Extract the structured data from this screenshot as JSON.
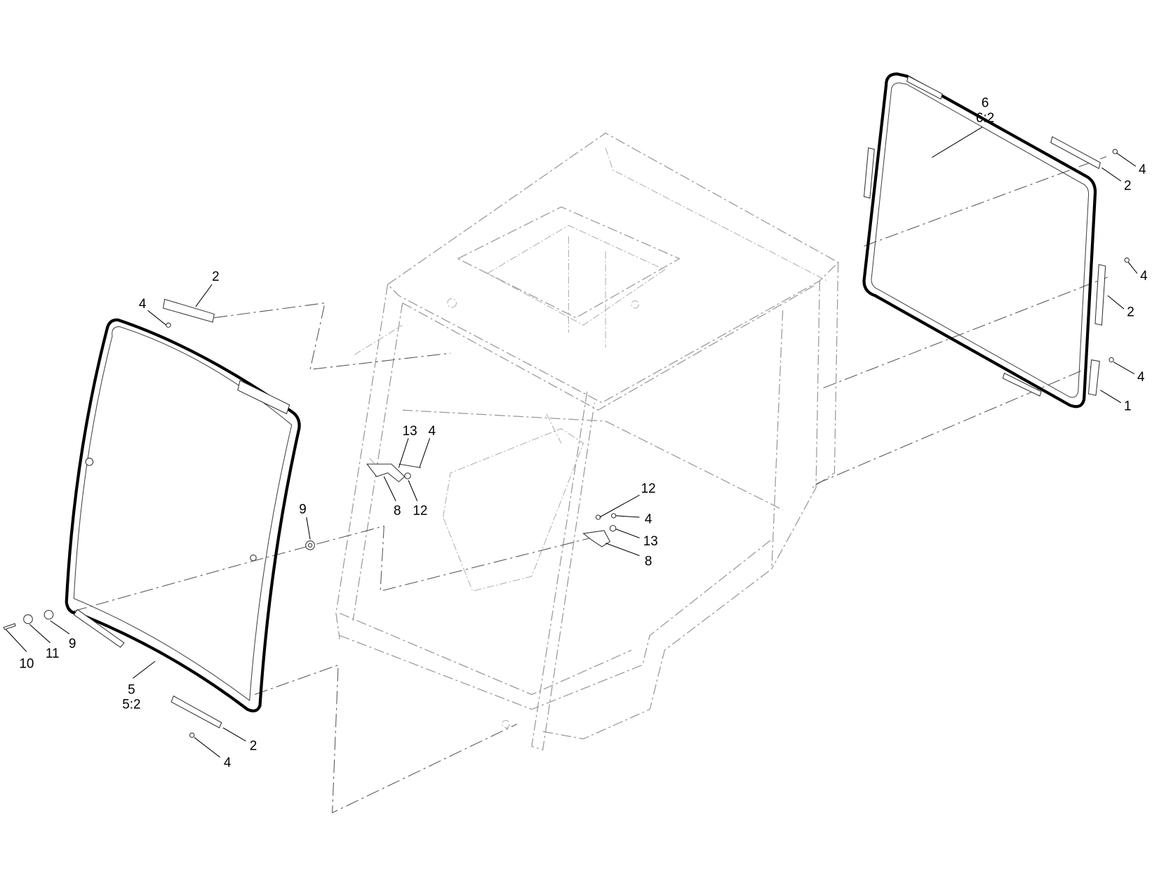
{
  "diagram": {
    "type": "exploded parts diagram",
    "callouts": {
      "right_window": [
        "6",
        "6:2"
      ],
      "right_top_screw": "4",
      "right_top_hinge": "2",
      "right_mid_screw": "4",
      "right_mid_hinge": "2",
      "right_low_screw": "4",
      "right_low_latch": "1",
      "left_top_hinge": "2",
      "left_top_screw": "4",
      "center_left_13": "13",
      "center_left_4": "4",
      "center_left_8": "8",
      "center_left_12": "12",
      "center_right_12": "12",
      "center_right_4": "4",
      "center_right_13": "13",
      "center_right_8": "8",
      "spacer_9": "9",
      "bolt_10": "10",
      "washer_11": "11",
      "washer_9": "9",
      "left_window": [
        "5",
        "5:2"
      ],
      "left_bottom_hinge": "2",
      "left_bottom_screw": "4"
    }
  }
}
